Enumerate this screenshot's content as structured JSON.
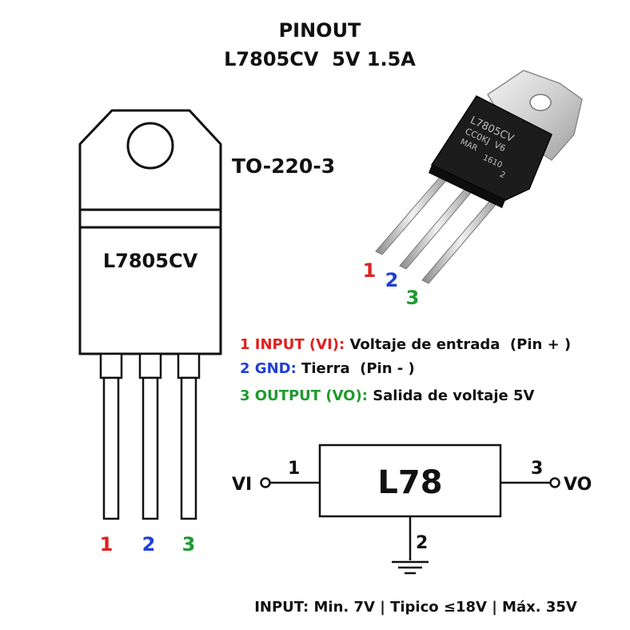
{
  "header": {
    "title": "PINOUT",
    "subtitle": "L7805CV  5V 1.5A"
  },
  "package": {
    "name": "TO-220-3",
    "body_label": "L7805CV"
  },
  "photo": {
    "marking_line1": "L7805CV",
    "marking_line2": "CC0KJ  V6",
    "marking_line3": "MAR",
    "marking_line4": "1610",
    "marking_line5": "2"
  },
  "pins": [
    {
      "number": "1",
      "color": "#e02020"
    },
    {
      "number": "2",
      "color": "#1f3fd6"
    },
    {
      "number": "3",
      "color": "#1e9a2e"
    }
  ],
  "descriptions": [
    {
      "prefix": "1 INPUT (VI):",
      "text": " Voltaje de entrada  (Pin + )",
      "color": "#e02020"
    },
    {
      "prefix": "2 GND:",
      "text": " Tierra  (Pin - )",
      "color": "#1f3fd6"
    },
    {
      "prefix": "3 OUTPUT (VO):",
      "text": " Salida de voltaje 5V",
      "color": "#1e9a2e"
    }
  ],
  "schematic": {
    "block_label": "L78",
    "input_label": "VI",
    "output_label": "VO",
    "input_pin": "1",
    "output_pin": "3",
    "ground_pin": "2"
  },
  "footer": {
    "specs": "INPUT: Min. 7V | Tipico ≤18V | Máx. 35V"
  }
}
